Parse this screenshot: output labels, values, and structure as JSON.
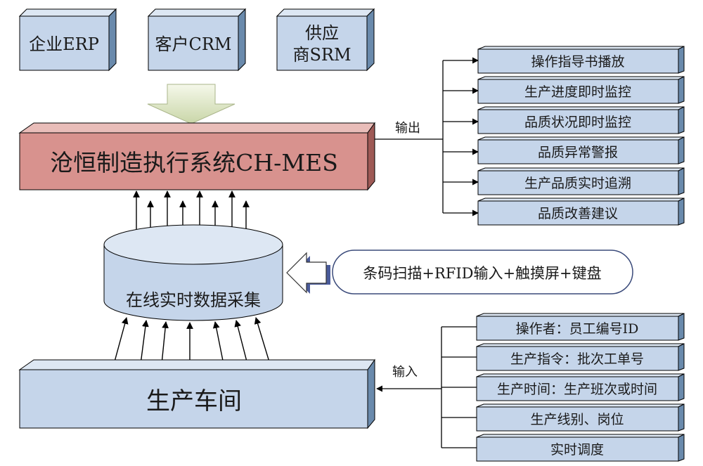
{
  "top_systems": [
    {
      "lines": [
        "企业ERP"
      ]
    },
    {
      "lines": [
        "客户CRM"
      ]
    },
    {
      "lines": [
        "供应",
        "商SRM"
      ]
    }
  ],
  "mes_title": "沧恒制造执行系统CH-MES",
  "output_label": "输出",
  "outputs": [
    "操作指导书播放",
    "生产进度即时监控",
    "品质状况即时监控",
    "品质异常警报",
    "生产品质实时追溯",
    "品质改善建议"
  ],
  "collection_label": "在线实时数据采集",
  "input_methods": "条码扫描+RFID输入+触摸屏+键盘",
  "workshop_title": "生产车间",
  "input_label": "输入",
  "inputs": [
    "操作者：员工编号ID",
    "生产指令：批次工单号",
    "生产时间：生产班次或时间",
    "生产线别、岗位",
    "实时调度"
  ],
  "colors": {
    "box_fill": "#c5d5ea",
    "box_side": "#6a8aac",
    "box_top": "#dde7f3",
    "mes_fill": "#d8928e",
    "mes_side": "#9e5a56",
    "mes_top": "#e9bdb9",
    "outline": "#000000",
    "arrow_green": "#e6edd2",
    "pill_border": "#3a4a7a"
  }
}
